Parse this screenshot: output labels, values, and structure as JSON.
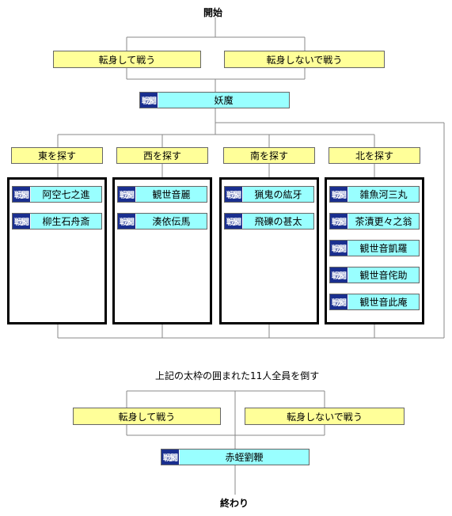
{
  "start_label": "開始",
  "end_label": "終わり",
  "battle_badge": "戦闘",
  "first_choice": {
    "left": "転身して戦う",
    "right": "転身しないで戦う"
  },
  "first_boss": "妖魔",
  "directions": [
    {
      "label": "東を探す",
      "enemies": [
        "阿空七之進",
        "柳生石舟斎"
      ]
    },
    {
      "label": "西を探す",
      "enemies": [
        "観世音麗",
        "湊依伝馬"
      ]
    },
    {
      "label": "南を探す",
      "enemies": [
        "猟鬼の紘牙",
        "飛礫の甚太"
      ]
    },
    {
      "label": "北を探す",
      "enemies": [
        "雑魚河三丸",
        "茶漬更々之翁",
        "観世音凱羅",
        "観世音侘助",
        "観世音此庵"
      ]
    }
  ],
  "condition_note": "上記の太枠の囲まれた11人全員を倒す",
  "second_choice": {
    "left": "転身して戦う",
    "right": "転身しないで戦う"
  },
  "final_boss": "赤蛭劉鞭",
  "colors": {
    "choice_fill": "#ffff99",
    "battle_fill": "#99ffff",
    "badge_fill": "#1a2f8f",
    "line": "#888888"
  }
}
